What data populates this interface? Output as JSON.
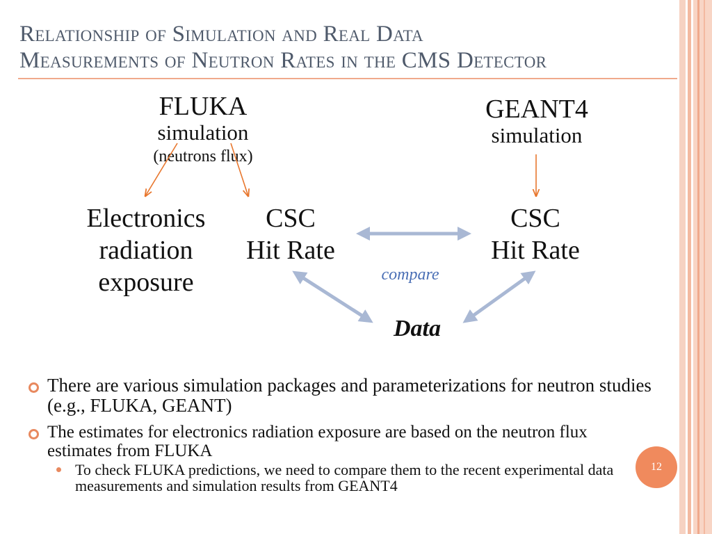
{
  "slide": {
    "title_line1": "Relationship of Simulation and Real Data",
    "title_line2": "Measurements of Neutron Rates in the CMS Detector",
    "page_number": "12"
  },
  "diagram": {
    "fluka": {
      "name": "FLUKA",
      "subtitle": "simulation",
      "note": "(neutrons flux)"
    },
    "geant4": {
      "name": "GEANT4",
      "subtitle": "simulation"
    },
    "electronics": {
      "line1": "Electronics",
      "line2": "radiation",
      "line3": "exposure"
    },
    "csc_left": {
      "line1": "CSC",
      "line2": "Hit Rate"
    },
    "csc_right": {
      "line1": "CSC",
      "line2": "Hit Rate"
    },
    "compare_label": "compare",
    "data_label": "Data",
    "colors": {
      "orange_arrow": "#e8772e",
      "blue_arrow": "#a9b8d4",
      "accent": "#f08a5d"
    }
  },
  "bullets": [
    {
      "text": "There are various simulation packages and parameterizations for neutron studies (e.g., FLUKA, GEANT)"
    },
    {
      "text": "The estimates for electronics radiation exposure are based on the neutron flux estimates from FLUKA",
      "sub": [
        {
          "text": "To check FLUKA predictions, we need to compare them to the recent experimental data measurements and simulation results from GEANT4"
        }
      ]
    }
  ]
}
